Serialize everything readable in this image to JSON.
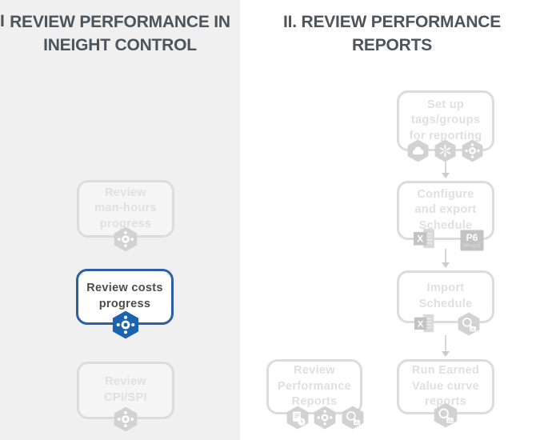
{
  "diagram": {
    "colors": {
      "left_panel_bg": "#f0f0f0",
      "header_text": "#4d545a",
      "inactive_border": "#dcdcdc",
      "inactive_text": "#e0e0e0",
      "active_border": "#2d5fa6",
      "active_text": "#4c4c4c",
      "icon_gray": "#d2d2d2",
      "icon_blue": "#1b63ae",
      "connector": "#d8d8d8"
    },
    "left_column": {
      "numeral_fragment": "I.",
      "header": "REVIEW PERFORMANCE IN\nINEIGHT CONTROL",
      "steps": [
        {
          "label": "Review\nman-hours\nprogress",
          "state": "inactive",
          "icons": [
            "dot-cluster-hexagon"
          ]
        },
        {
          "label": "Review costs\nprogress",
          "state": "active",
          "icons": [
            "dot-cluster-hexagon"
          ]
        },
        {
          "label": "Review\nCPI/SPI",
          "state": "inactive",
          "icons": [
            "dot-cluster-hexagon"
          ]
        }
      ]
    },
    "right_column": {
      "header": "II. REVIEW PERFORMANCE\nREPORTS",
      "steps": [
        {
          "label": "Set up\ntags/groups\nfor reporting",
          "state": "inactive",
          "icons": [
            "cloud-hexagon",
            "asterisk-hexagon",
            "dot-cluster-hexagon"
          ]
        },
        {
          "label": "Configure\nand export\nSchedule",
          "state": "inactive",
          "icons": [
            "excel-file",
            "p6-oracle"
          ]
        },
        {
          "label": "Import\nSchedule",
          "state": "inactive",
          "icons": [
            "excel-file",
            "magnifier-chart-hexagon"
          ]
        },
        {
          "label": "Review\nPerformance\nReports",
          "state": "inactive",
          "icons": [
            "document-clock-hexagon",
            "dot-cluster-hexagon",
            "magnifier-chart-hexagon"
          ]
        },
        {
          "label": "Run Earned\nValue curve\nreports",
          "state": "inactive",
          "icons": [
            "magnifier-chart-hexagon"
          ]
        }
      ],
      "excel_label": "X",
      "p6_label": "P6",
      "p6_sublabel": "ORACLE"
    }
  }
}
